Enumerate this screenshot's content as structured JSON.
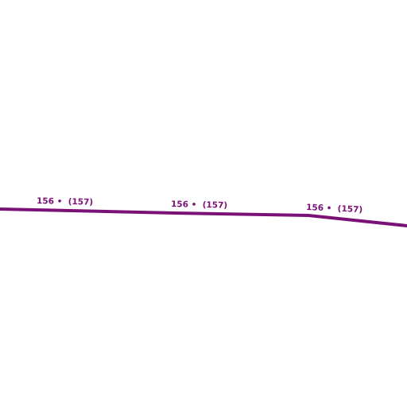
{
  "map": {
    "background_color": "#ffffff",
    "road": {
      "color": "#7b1177",
      "labels": [
        {
          "id": "shield-1",
          "text": "156 •  (157)"
        },
        {
          "id": "shield-2",
          "text": "156 •  (157)"
        },
        {
          "id": "shield-3",
          "text": "156 •  (157)"
        }
      ]
    }
  }
}
